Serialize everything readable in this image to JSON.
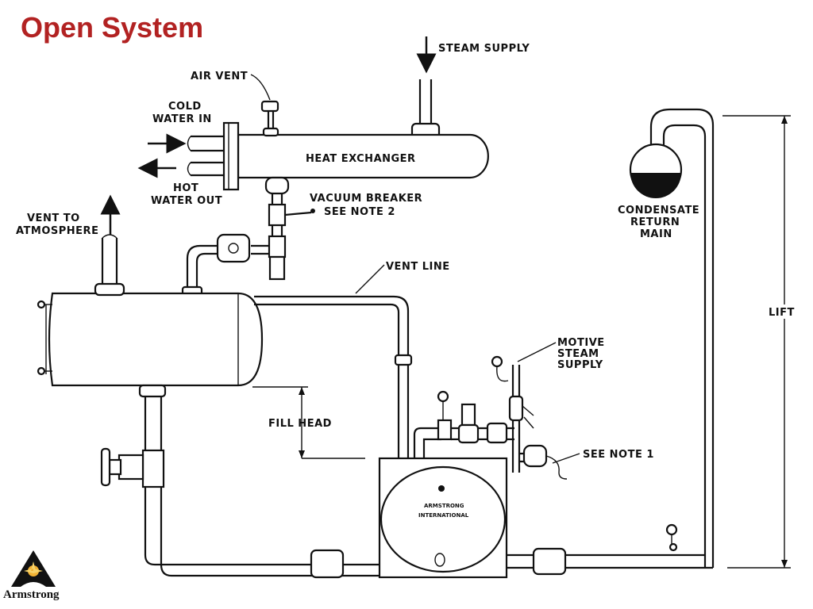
{
  "title": "Open System",
  "labels": {
    "steam_supply": "STEAM SUPPLY",
    "air_vent": "AIR VENT",
    "cold_water_in": [
      "COLD",
      "WATER IN"
    ],
    "hot_water_out": [
      "HOT",
      "WATER OUT"
    ],
    "heat_exchanger": "HEAT EXCHANGER",
    "vacuum_breaker": [
      "VACUUM BREAKER",
      "SEE NOTE 2"
    ],
    "vent_to_atmosphere": [
      "VENT TO",
      "ATMOSPHERE"
    ],
    "vent_line": "VENT LINE",
    "condensate_return_main": [
      "CONDENSATE",
      "RETURN",
      "MAIN"
    ],
    "lift": "LIFT",
    "motive_steam_supply": [
      "MOTIVE",
      "STEAM",
      "SUPPLY"
    ],
    "fill_head": "FILL HEAD",
    "see_note_1": "SEE NOTE 1",
    "pump_badge": [
      "ARMSTRONG",
      "INTERNATIONAL"
    ]
  },
  "logo": {
    "text": "Armstrong"
  },
  "colors": {
    "title": "#b22222",
    "line": "#111111",
    "background": "#ffffff"
  }
}
